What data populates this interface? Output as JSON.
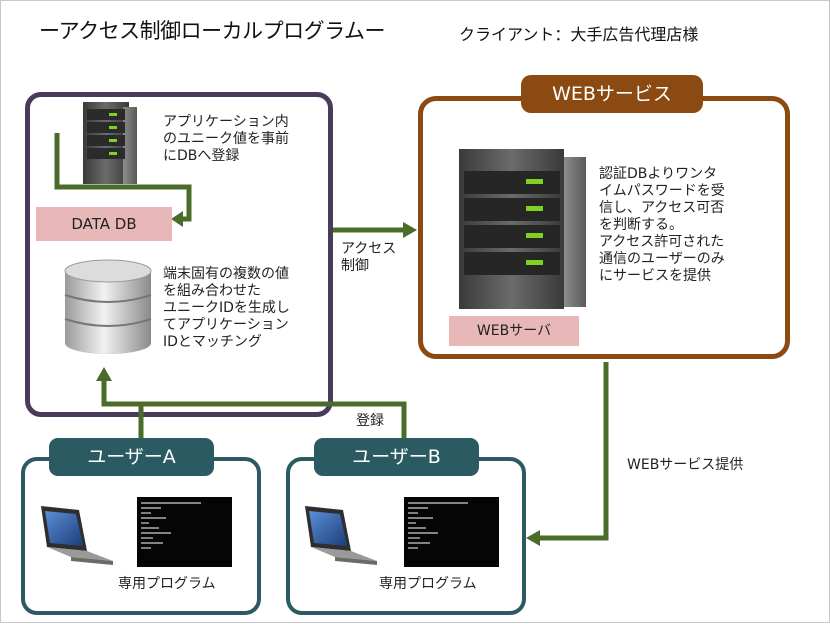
{
  "title": "ーアクセス制御ローカルプログラムー",
  "client": "クライアント：大手広告代理店様",
  "local_panel": {
    "app_text": "アプリケーション内\nのユニーク値を事前\nにDBへ登録",
    "data_db_label": "DATA DB",
    "id_text": "端末固有の複数の値\nを組み合わせた\nユニークIDを生成し\nてアプリケーション\nIDとマッチング"
  },
  "web_panel": {
    "tab_label": "WEBサービス",
    "auth_text": "認証DBよりワンタ\nイムパスワードを受\n信し、アクセス可否\nを判断する。\nアクセス許可された\n通信のユーザーのみ\nにサービスを提供",
    "server_label": "WEBサーバ"
  },
  "arrows": {
    "access_control": "アクセス\n制御",
    "register": "登録",
    "web_service_provide": "WEBサービス提供"
  },
  "user_a": {
    "tab_label": "ユーザーA",
    "program_label": "専用プログラム"
  },
  "user_b": {
    "tab_label": "ユーザーB",
    "program_label": "専用プログラム"
  },
  "colors": {
    "local_border": "#4a3a5c",
    "web_accent": "#8a4a12",
    "user_accent": "#2b5a63",
    "arrow": "#4a6b2a",
    "label_bg": "#e8b8b8"
  }
}
